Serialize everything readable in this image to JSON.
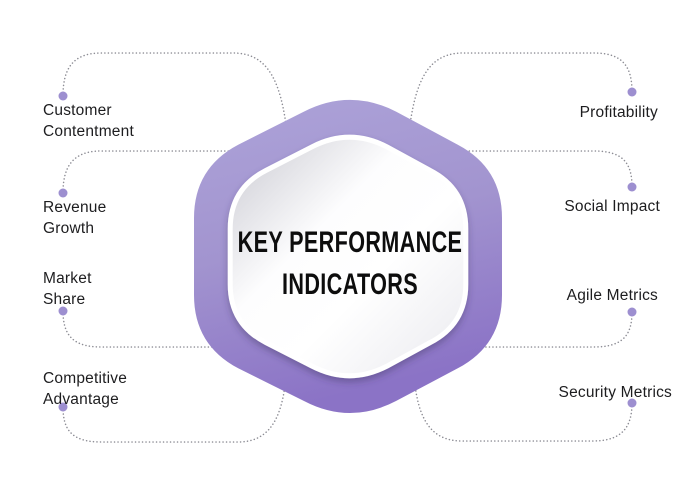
{
  "title": {
    "line1": "KEY PERFORMANCE",
    "line2": "INDICATORS"
  },
  "labels": {
    "left": [
      {
        "id": "customer-contentment",
        "text": "Customer\nContentment"
      },
      {
        "id": "revenue-growth",
        "text": "Revenue\nGrowth"
      },
      {
        "id": "market-share",
        "text": "Market\nShare"
      },
      {
        "id": "competitive-advantage",
        "text": "Competitive\nAdvantage"
      }
    ],
    "right": [
      {
        "id": "profitability",
        "text": "Profitability"
      },
      {
        "id": "social-impact",
        "text": "Social Impact"
      },
      {
        "id": "agile-metrics",
        "text": "Agile Metrics"
      },
      {
        "id": "security-metrics",
        "text": "Security Metrics"
      }
    ]
  },
  "colors": {
    "hex_top": "#ada3d9",
    "hex_mid": "#a294cf",
    "hex_bottom": "#8b73c6",
    "inner_edge": "#c9c9d1",
    "inner_light": "#ffffff",
    "inner_bottom": "#e9e9ee",
    "dot": "#9d8fd0",
    "line": "#8d8d95",
    "label_text": "#1d1d1f",
    "title_text": "#0d0d0d",
    "background": "#ffffff"
  }
}
